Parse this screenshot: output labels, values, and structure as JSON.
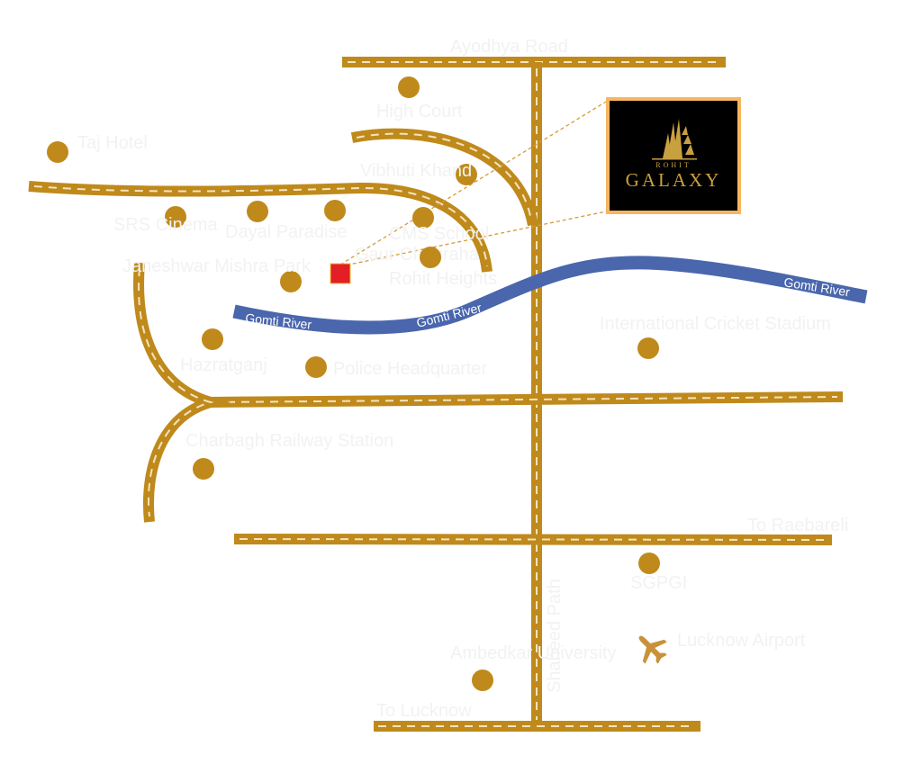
{
  "map": {
    "colors": {
      "road": "#bf8a1b",
      "river": "#4a66ad",
      "project": "#e31e24",
      "logo_border": "#f6b55f",
      "logo_bg": "#000000",
      "logo_gold": "#c9a040"
    },
    "logo": {
      "brand_top": "ROHIT",
      "brand_main": "GALAXY",
      "icon": "building-logo-icon"
    },
    "river_labels": [
      "Gomti River",
      "Gomti River",
      "Gomti River"
    ],
    "road_labels": {
      "top": "Ayodhya Road",
      "vertical": "Shaheed Path",
      "raebareli": "To Raebareli",
      "lucknow": "To Lucknow"
    },
    "places": [
      {
        "label": "High Court"
      },
      {
        "label": "Taj Hotel"
      },
      {
        "label": "Vibhuti Khand"
      },
      {
        "label": "SRS Cinema"
      },
      {
        "label": "Dayal Paradise"
      },
      {
        "label": "Gaur Chauraha"
      },
      {
        "label": "CMS School"
      },
      {
        "label": "Rohit Heights"
      },
      {
        "label": "Janeshwar Mishra Park"
      },
      {
        "label": "Hazratganj"
      },
      {
        "label": "Police Headquarter"
      },
      {
        "label": "International Cricket Stadium"
      },
      {
        "label": "Charbagh Railway Station"
      },
      {
        "label": "SGPGI"
      },
      {
        "label": "Ambedkar University"
      },
      {
        "label": "Lucknow Airport",
        "icon": "airplane-icon"
      }
    ]
  }
}
